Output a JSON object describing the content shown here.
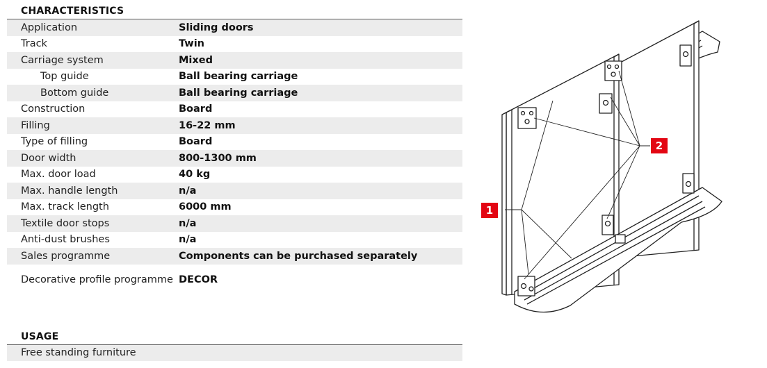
{
  "characteristics": {
    "title": "CHARACTERISTICS",
    "rows": [
      {
        "label": "Application",
        "value": "Sliding doors"
      },
      {
        "label": "Track",
        "value": "Twin"
      },
      {
        "label": "Carriage system",
        "value": "Mixed"
      },
      {
        "label": "Top guide",
        "value": "Ball bearing carriage"
      },
      {
        "label": "Bottom guide",
        "value": "Ball bearing carriage"
      },
      {
        "label": "Construction",
        "value": "Board"
      },
      {
        "label": "Filling",
        "value": "16-22 mm"
      },
      {
        "label": "Type of filling",
        "value": "Board"
      },
      {
        "label": "Door width",
        "value": "800-1300 mm"
      },
      {
        "label": "Max. door load",
        "value": "40 kg"
      },
      {
        "label": "Max. handle length",
        "value": "n/a"
      },
      {
        "label": "Max. track length",
        "value": "6000 mm"
      },
      {
        "label": "Textile door stops",
        "value": "n/a"
      },
      {
        "label": "Anti-dust brushes",
        "value": "n/a"
      },
      {
        "label": "Sales programme",
        "value": "Components can be purchased separately"
      },
      {
        "label": "Decorative profile programme",
        "value": "DECOR"
      }
    ]
  },
  "usage": {
    "title": "USAGE",
    "items": [
      "Free standing furniture"
    ]
  },
  "diagram": {
    "callouts": [
      "1",
      "2"
    ],
    "colors": {
      "callout": "#e30613",
      "line": "#222222"
    }
  }
}
